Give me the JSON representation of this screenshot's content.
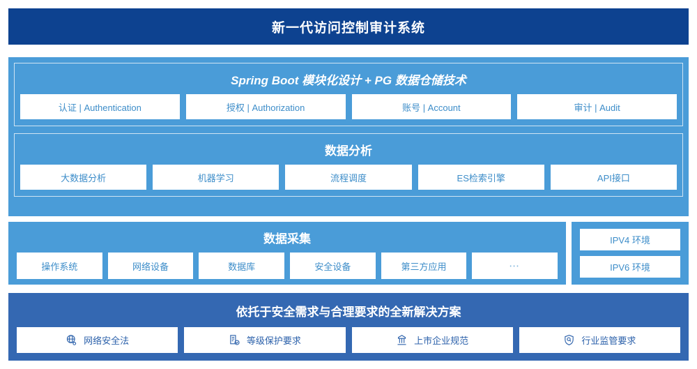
{
  "header": {
    "title": "新一代访问控制审计系统",
    "bg_color": "#0d4290"
  },
  "colors": {
    "panel_light_blue": "#4a9cd8",
    "panel_dark_blue": "#3468b2",
    "card_text_blue": "#3d8dc9",
    "compliance_text_blue": "#2d62ab",
    "inner_border": "#cfe4f3"
  },
  "architecture": {
    "modules": {
      "title": "Spring Boot 模块化设计 + PG 数据仓储技术",
      "cards": [
        {
          "label": "认证 | Authentication"
        },
        {
          "label": "授权 | Authorization"
        },
        {
          "label": "账号 | Account"
        },
        {
          "label": "审计 | Audit"
        }
      ]
    },
    "analysis": {
      "title": "数据分析",
      "cards": [
        {
          "label": "大数据分析"
        },
        {
          "label": "机器学习"
        },
        {
          "label": "流程调度"
        },
        {
          "label": "ES检索引擎"
        },
        {
          "label": "API接口"
        }
      ]
    }
  },
  "collection": {
    "title": "数据采集",
    "cards": [
      {
        "label": "操作系统"
      },
      {
        "label": "网络设备"
      },
      {
        "label": "数据库"
      },
      {
        "label": "安全设备"
      },
      {
        "label": "第三方应用"
      },
      {
        "label": "⋯"
      }
    ]
  },
  "environments": {
    "items": [
      {
        "label": "IPV4 环境"
      },
      {
        "label": "IPV6 环境"
      }
    ]
  },
  "compliance": {
    "title": "依托于安全需求与合理要求的全新解决方案",
    "cards": [
      {
        "label": "网络安全法",
        "icon": "globe-network-icon"
      },
      {
        "label": "等级保护要求",
        "icon": "document-check-icon"
      },
      {
        "label": "上市企业规范",
        "icon": "bank-building-icon"
      },
      {
        "label": "行业监管要求",
        "icon": "shield-search-icon"
      }
    ]
  }
}
